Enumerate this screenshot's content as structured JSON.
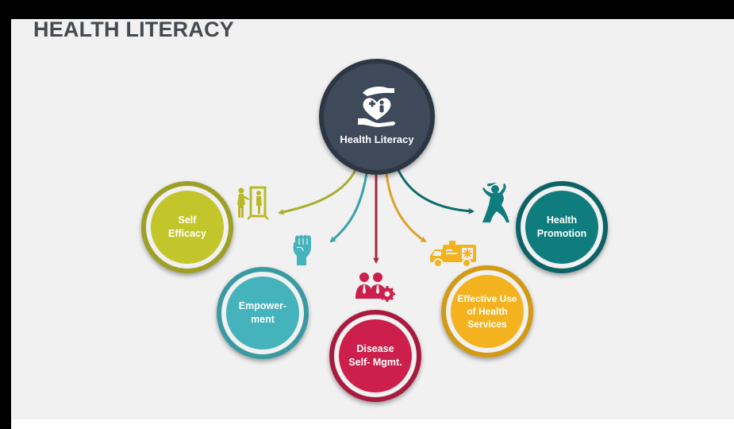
{
  "slide": {
    "title": "HEALTH LITERACY"
  },
  "center": {
    "label": "Health Literacy",
    "color": "#3e4a5a",
    "icon": "hands-heart-family-icon"
  },
  "nodes": [
    {
      "key": "self_efficacy",
      "label": "Self\nEfficacy",
      "color": "#c3c62a",
      "icon": "person-mirror-icon"
    },
    {
      "key": "empowerment",
      "label": "Empower-\nment",
      "color": "#45b3bb",
      "icon": "raised-fist-icon"
    },
    {
      "key": "disease_self_mgmt",
      "label": "Disease\nSelf- Mgmt.",
      "color": "#cc1f4c",
      "icon": "people-gear-icon"
    },
    {
      "key": "effective_use",
      "label": "Effective Use\nof Health\nServices",
      "color": "#f4b31e",
      "icon": "ambulance-icon"
    },
    {
      "key": "health_promotion",
      "label": "Health\nPromotion",
      "color": "#0f7c7e",
      "icon": "woman-silhouette-icon"
    }
  ],
  "colors": {
    "background": "#f1f1f1",
    "title": "#454a4f"
  }
}
